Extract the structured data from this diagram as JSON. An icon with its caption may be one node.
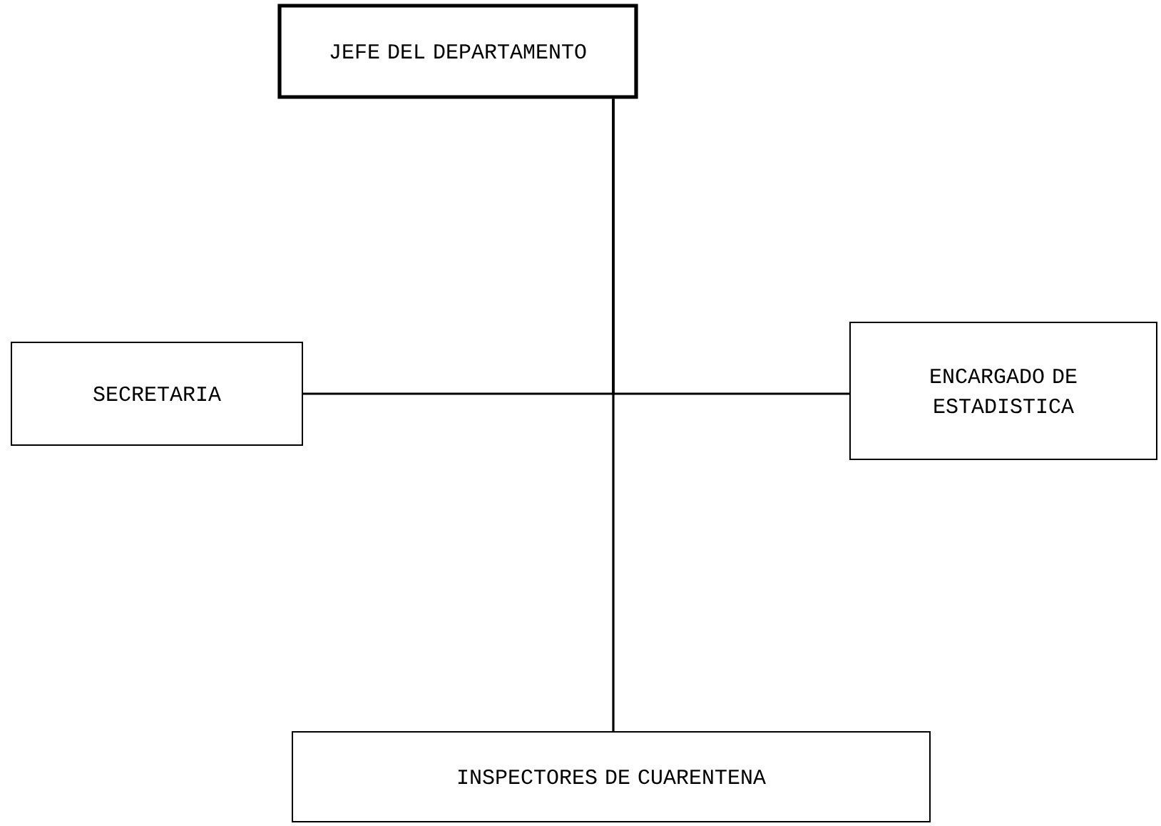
{
  "diagram": {
    "nodes": [
      {
        "text": [
          "JEFE DEL DEPARTAMENTO"
        ]
      },
      {
        "text": [
          "SECRETARIA"
        ]
      },
      {
        "text": [
          "ENCARGADO DE ESTADISTICA"
        ]
      },
      {
        "text": [
          "INSPECTORES DE CUARENTENA"
        ]
      }
    ],
    "edges": [
      {
        "from": 0,
        "to": 1,
        "arrow": "none"
      },
      {
        "from": 0,
        "to": 2,
        "arrow": "none"
      },
      {
        "from": 0,
        "to": 3,
        "arrow": "none"
      }
    ]
  }
}
